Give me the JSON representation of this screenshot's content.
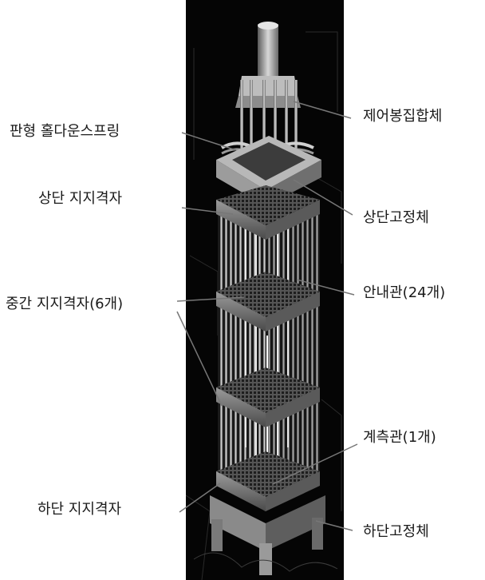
{
  "labels": {
    "control_rod_assembly": "제어봉집합체",
    "holddown_spring": "판형 홀다운스프링",
    "top_grid": "상단 지지격자",
    "top_nozzle": "상단고정체",
    "guide_tube": "안내관(24개)",
    "mid_grid": "중간 지지격자(6개)",
    "instrument_tube": "계측관(1개)",
    "bottom_grid": "하단 지지격자",
    "bottom_nozzle": "하단고정체"
  }
}
